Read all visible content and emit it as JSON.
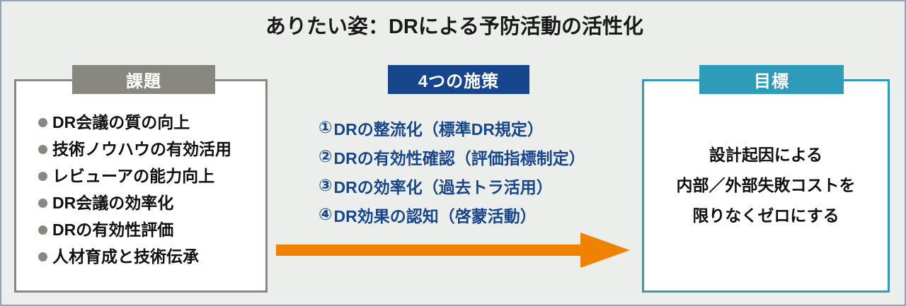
{
  "title": "ありたい姿：DRによる予防活動の活性化",
  "colors": {
    "background": "#ECEEEC",
    "outer_border": "#8FA3BD",
    "issues_gray": "#888881",
    "measures_navy": "#17468C",
    "goal_teal": "#2E9BB8",
    "arrow_orange": "#EF8200",
    "panel_fill": "#FFFFFF",
    "body_text": "#111111"
  },
  "issues": {
    "header": "課題",
    "items": [
      "DR会議の質の向上",
      "技術ノウハウの有効活用",
      "レビューアの能力向上",
      "DR会議の効率化",
      "DRの有効性評価",
      "人材育成と技術伝承"
    ]
  },
  "measures": {
    "header": "4つの施策",
    "items": [
      {
        "num": "①",
        "label": "DRの整流化（標準DR規定）"
      },
      {
        "num": "②",
        "label": "DRの有効性確認（評価指標制定）"
      },
      {
        "num": "③",
        "label": "DRの効率化（過去トラ活用）"
      },
      {
        "num": "④",
        "label": "DR効果の認知（啓蒙活動）"
      }
    ]
  },
  "goal": {
    "header": "目標",
    "lines": [
      "設計起因による",
      "内部／外部失敗コストを",
      "限りなくゼロにする"
    ]
  },
  "arrow": {
    "name": "rightward-arrow",
    "direction": "right",
    "color": "#EF8200"
  }
}
